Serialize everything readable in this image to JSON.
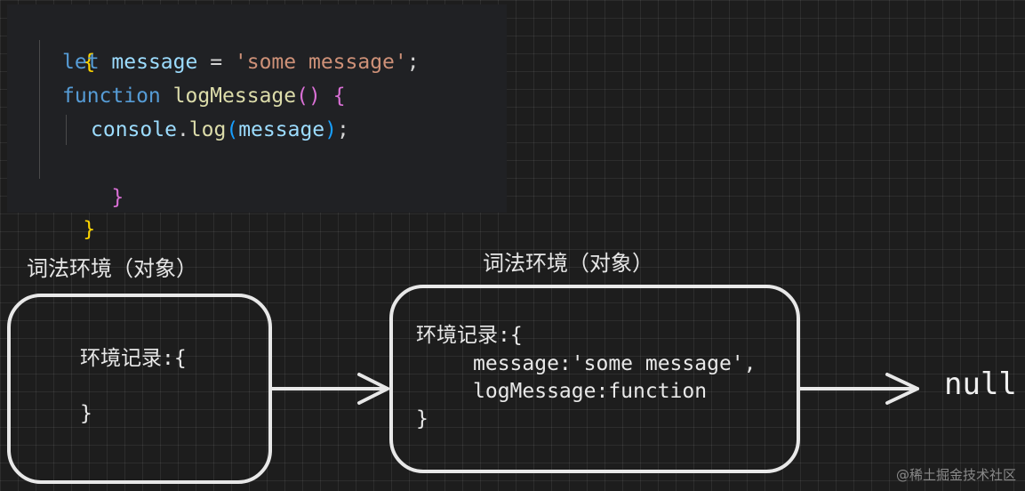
{
  "code": {
    "open_brace": "{",
    "line1": {
      "kw": "let",
      "var": "message",
      "op": " = ",
      "str": "'some message'",
      "end": ";"
    },
    "line2": {
      "kw": "function",
      "fn": "logMessage",
      "paren": "()",
      "brace": "{"
    },
    "line3": {
      "obj": "console",
      "dot": ".",
      "method": "log",
      "lparen": "(",
      "arg": "message",
      "rparen": ")",
      "end": ";"
    },
    "line4": {
      "brace": "}"
    },
    "close_brace": "}"
  },
  "env_left": {
    "label": "词法环境（对象）",
    "record_open": "环境记录:{",
    "record_close": "}"
  },
  "env_right": {
    "label": "词法环境（对象）",
    "record_open": "环境记录:{",
    "entry1": "message:'some message',",
    "entry2": "logMessage:function",
    "record_close": "}"
  },
  "null_label": "null",
  "watermark": "@稀土掘金技术社区",
  "colors": {
    "background": "#1d1d1d",
    "code_background": "#202124",
    "keyword": "#569cd6",
    "variable": "#9cdcfe",
    "string": "#ce9178",
    "function": "#dcdcaa",
    "brace_outer": "#ffd700",
    "brace_inner": "#da70d6",
    "paren": "#179fff",
    "box_stroke": "#e8e8e8"
  }
}
